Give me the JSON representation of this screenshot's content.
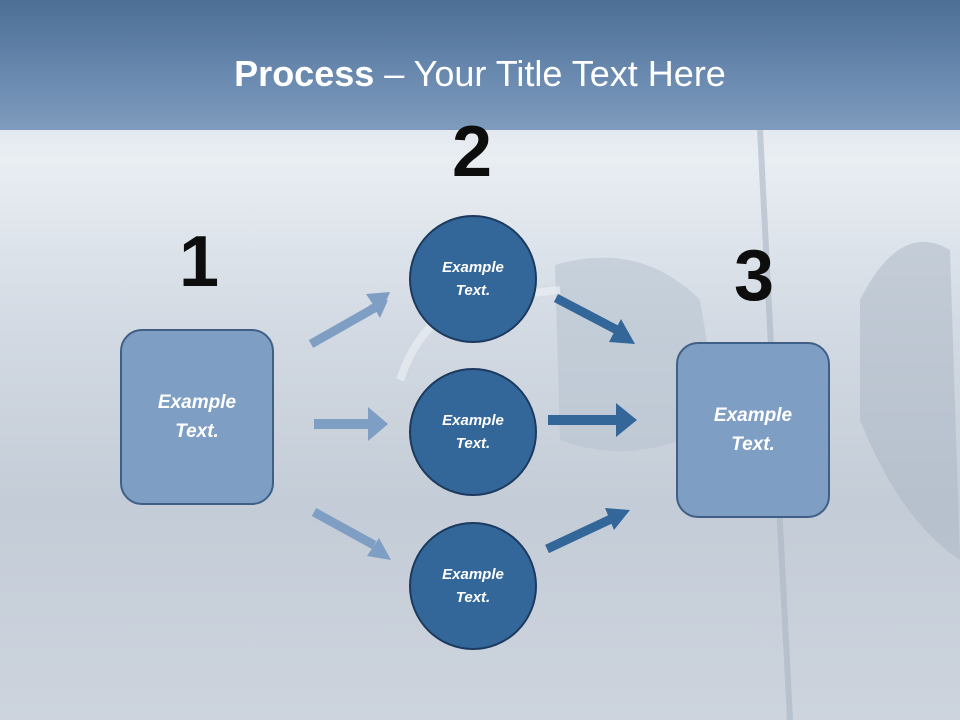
{
  "title": {
    "bold": "Process",
    "rest": " – Your Title Text Here"
  },
  "steps": {
    "one": "1",
    "two": "2",
    "three": "3"
  },
  "left_box": {
    "text": "Example\nText."
  },
  "right_box": {
    "text": "Example\nText."
  },
  "circles": [
    {
      "text": "Example\nText."
    },
    {
      "text": "Example\nText."
    },
    {
      "text": "Example\nText."
    }
  ],
  "colors": {
    "box": "#7f9ec4",
    "circle": "#336699",
    "arrow_light": "#7f9ec4",
    "arrow_dark": "#336699"
  }
}
